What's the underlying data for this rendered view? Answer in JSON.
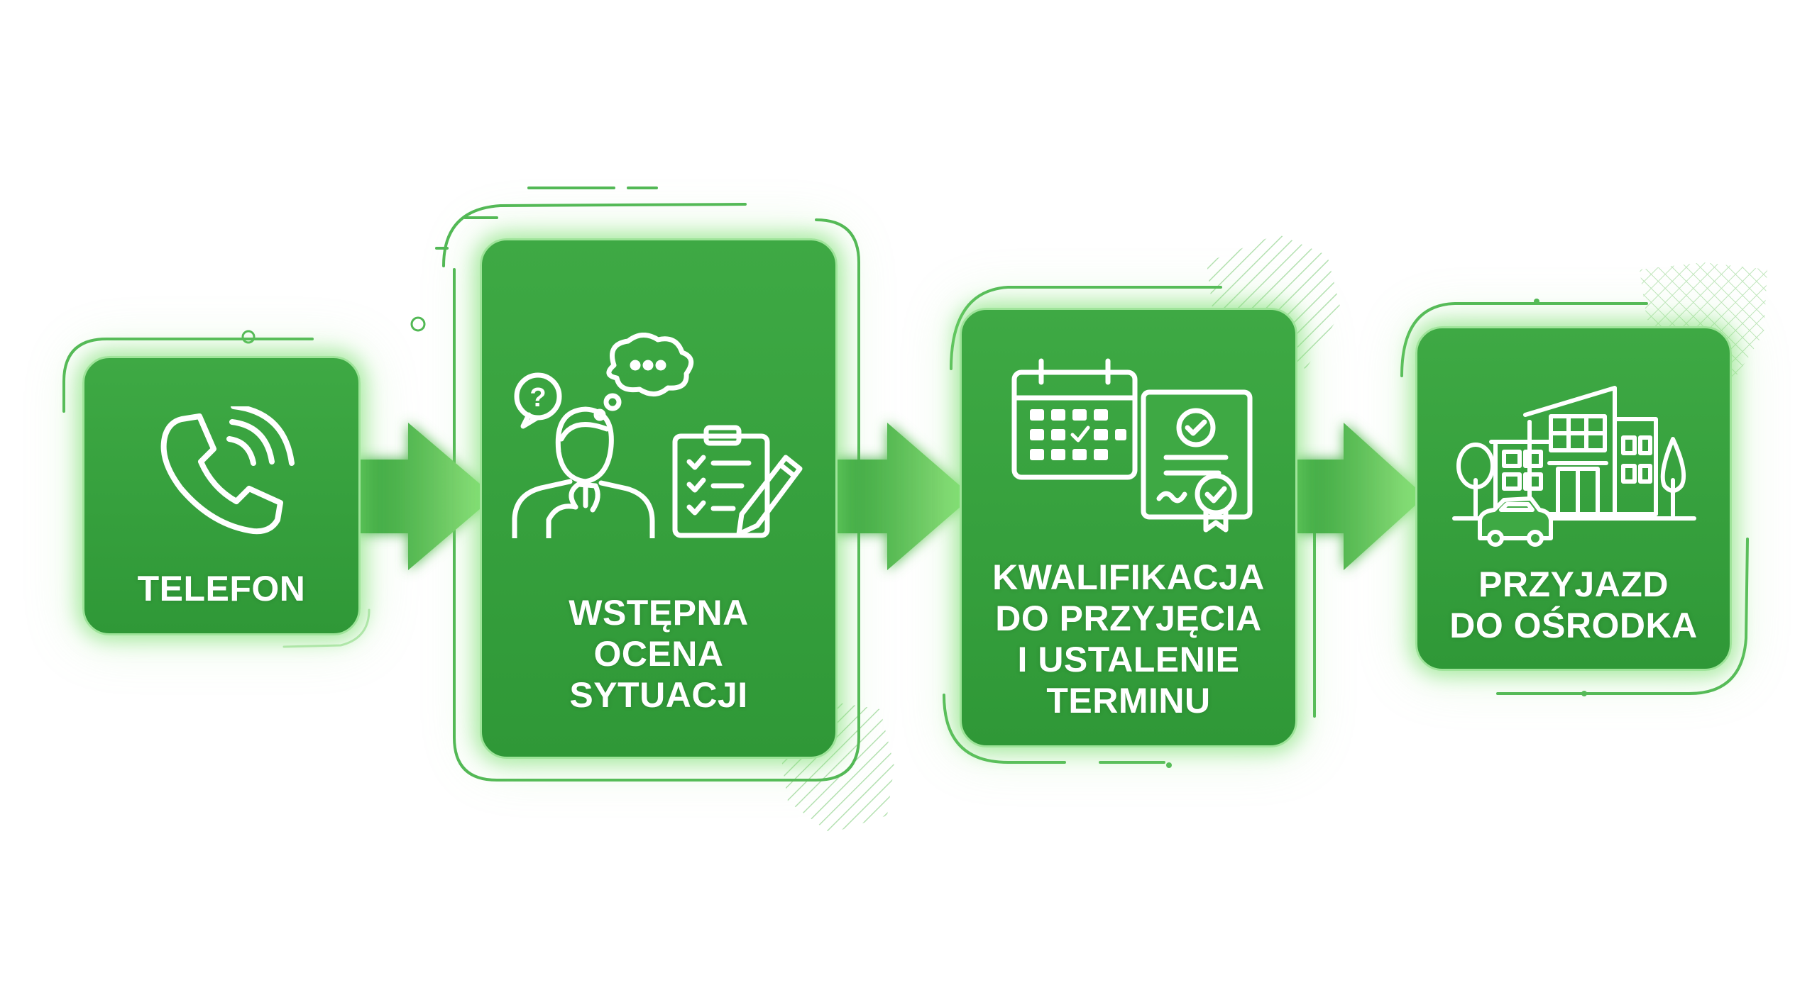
{
  "steps": [
    {
      "id": "telefon",
      "label_lines": [
        "TELEFON"
      ],
      "icon": "phone-icon"
    },
    {
      "id": "wstepna-ocena",
      "label_lines": [
        "WSTĘPNA",
        "OCENA",
        "SYTUACJI"
      ],
      "icon": "person-thinking-clipboard-icon"
    },
    {
      "id": "kwalifikacja",
      "label_lines": [
        "KWALIFIKACJA",
        "DO PRZYJĘCIA",
        "I USTALENIE",
        "TERMINU"
      ],
      "icon": "calendar-certificate-icon"
    },
    {
      "id": "przyjazd",
      "label_lines": [
        "PRZYJAZD",
        "DO OŚRODKA"
      ],
      "icon": "building-icon"
    }
  ],
  "colors": {
    "card": "#3ea944",
    "card_dark": "#2f9837",
    "frame": "#52b855",
    "arrow_start": "#33a03a",
    "arrow_end": "#8fe27c",
    "glow": "#76de6c",
    "icon_stroke": "#ffffff",
    "icon_fill": "#3ea944"
  }
}
